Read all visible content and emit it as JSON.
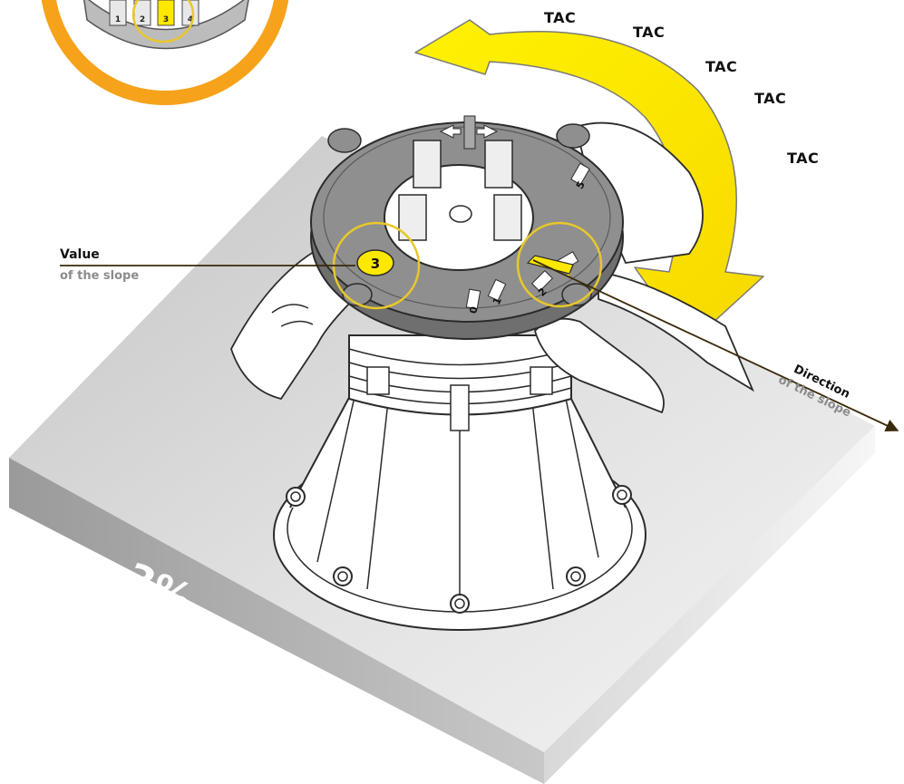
{
  "callouts": {
    "value": {
      "label": "Value",
      "sub": "of the slope",
      "badge": "3"
    },
    "direction": {
      "label": "Direction",
      "sub": "of the slope"
    }
  },
  "tac_sounds": [
    "TAC",
    "TAC",
    "TAC",
    "TAC",
    "TAC"
  ],
  "slope": {
    "percent_label": "3%"
  },
  "dial": {
    "scale_numbers": [
      "0",
      "1",
      "2",
      "3",
      "5"
    ],
    "highlighted_value": "3"
  },
  "inset": {
    "scale_numbers": [
      "1",
      "2",
      "3",
      "4"
    ]
  },
  "colors": {
    "accent_yellow": "#ffe800",
    "inset_ring_orange": "#f6a21b",
    "callout_circle": "#e8c82a",
    "arrow_line": "#3a2a0a",
    "head_gray": "#8f8f8f",
    "slab_top": "#dcdcdc"
  }
}
